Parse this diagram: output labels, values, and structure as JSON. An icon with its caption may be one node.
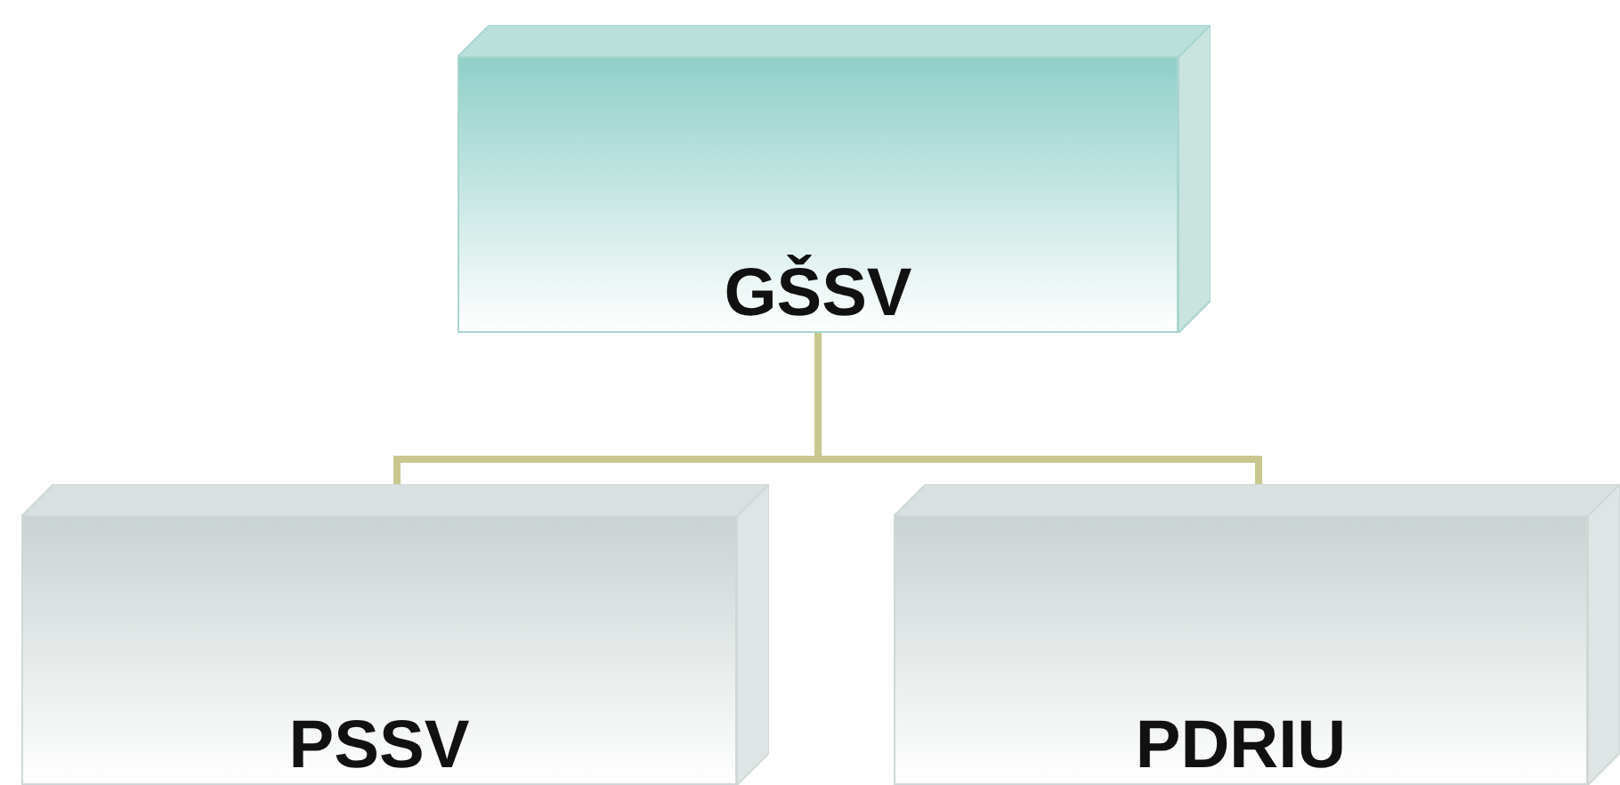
{
  "diagram": {
    "nodes": [
      {
        "text": [
          "GŠSV"
        ]
      },
      {
        "text": [
          "PSSV"
        ]
      },
      {
        "text": [
          "PDRIU"
        ]
      }
    ],
    "edges": [
      {
        "from": 0,
        "to": 1,
        "arrow": "none"
      },
      {
        "from": 0,
        "to": 2,
        "arrow": "none"
      }
    ]
  }
}
